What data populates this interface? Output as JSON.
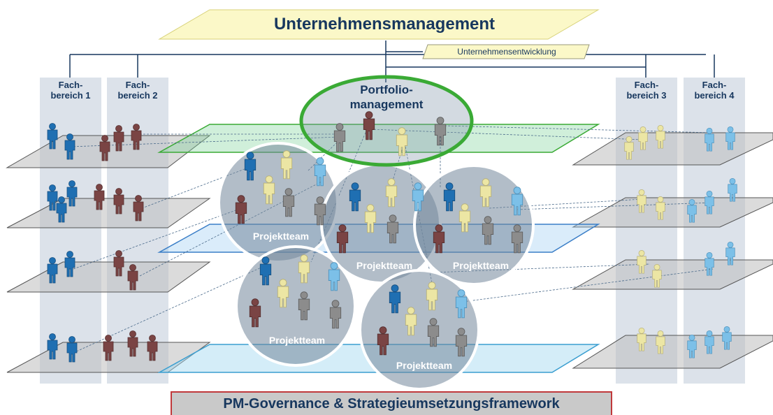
{
  "header": {
    "title": "Unternehmensmanagement",
    "sub_unit": "Unternehmensentwicklung"
  },
  "departments": [
    "Fach-\nbereich 1",
    "Fach-\nbereich 2",
    "Fach-\nbereich 3",
    "Fach-\nbereich 4"
  ],
  "portfolio": {
    "label": "Portfolio-\nmanagement"
  },
  "team_label": "Projektteam",
  "footer": {
    "title": "PM-Governance & Strategieumsetzungsframework"
  },
  "colors": {
    "blue": "#1f6fb2",
    "brown": "#7a4444",
    "grey": "#8c8c8c",
    "yellow": "#ece6a4",
    "lightblue": "#7cc0e8",
    "navy": "#17375e",
    "green": "#3aaa35",
    "red": "#c0393b",
    "column": "#dce2ea",
    "banner": "#fbf8c8"
  }
}
